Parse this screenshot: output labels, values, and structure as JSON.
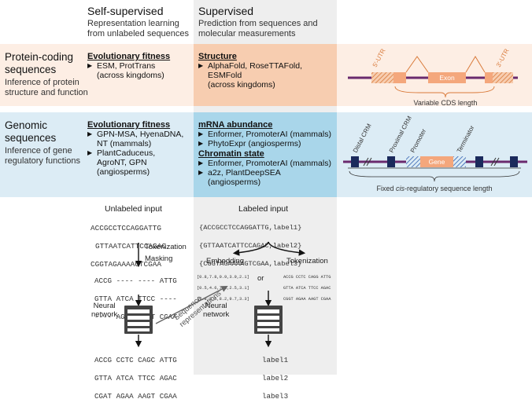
{
  "columns": {
    "self_supervised": {
      "title": "Self-supervised",
      "subtitle": [
        "Representation learning",
        "from unlabeled sequences"
      ]
    },
    "supervised": {
      "title": "Supervised",
      "subtitle": [
        "Prediction from sequences and",
        "molecular measurements"
      ]
    }
  },
  "rows": {
    "protein": {
      "title": [
        "Protein-coding",
        "sequences"
      ],
      "subtitle": [
        "Inference of protein",
        "structure and function"
      ],
      "self_section": "Evolutionary fitness",
      "self_items": [
        [
          "ESM, ProtTrans",
          "(across kingdoms)"
        ]
      ],
      "sup_section": "Structure",
      "sup_items": [
        [
          "AlphaFold, RoseTTAFold,",
          "ESMFold",
          "(across kingdoms)"
        ]
      ],
      "diagram": {
        "utr5": "5'-UTR",
        "utr3": "3'-UTR",
        "exon": "Exon",
        "caption": "Variable CDS length"
      }
    },
    "genomic": {
      "title": [
        "Genomic",
        "sequences"
      ],
      "subtitle": [
        "Inference of gene",
        "regulatory functions"
      ],
      "self_section": "Evolutionary fitness",
      "self_items": [
        [
          "GPN-MSA, HyenaDNA,",
          "NT (mammals)"
        ],
        [
          "PlantCaduceus,",
          "AgroNT, GPN",
          "(angiosperms)"
        ]
      ],
      "sup_section1": "mRNA abundance",
      "sup_items1": [
        [
          "Enformer, PromoterAI (mammals)"
        ],
        [
          "PhytoExpr (angiosperms)"
        ]
      ],
      "sup_section2": "Chromatin state",
      "sup_items2": [
        [
          "Enformer, PromoterAI (mammals)"
        ],
        [
          "a2z, PlantDeepSEA",
          "(angiosperms)"
        ]
      ],
      "diagram": {
        "distal": "Distal CRM",
        "proximal": "Proximal CRM",
        "promoter": "Promoter",
        "gene": "Gene",
        "terminator": "Terminator",
        "caption_pre": "Fixed ",
        "caption_it": "cis",
        "caption_post": "-regulatory sequence length"
      }
    }
  },
  "workflow": {
    "unlabeled": {
      "title": "Unlabeled input",
      "seqs": [
        "ACCGCCTCCAGGATTG",
        "GTTAATCATTCCAGAC",
        "CGGTAGAAAAGTCGAA"
      ],
      "tokenization": "Tokenization",
      "masking": "Masking",
      "masked": [
        "ACCG ---- ---- ATTG",
        "GTTA ATCA TTCC ----",
        "---- AGAA AAGT CGAA"
      ],
      "nn": [
        "Neural",
        "network"
      ],
      "seq_repr": [
        "Sequence",
        "representations"
      ],
      "output": [
        "ACCG CCTC CAGC ATTG",
        "GTTA ATCA TTCC AGAC",
        "CGAT AGAA AAGT CGAA"
      ]
    },
    "labeled": {
      "title": "Labeled input",
      "seqs": [
        "{ACCGCCTCCAGGATTG,label1}",
        "{GTTAATCATTCCAGAC,label2}",
        "{CGGTAGAAAAGTCGAA,label3}"
      ],
      "embedding": "Embedding",
      "or": "or",
      "tokenization": "Tokenization",
      "emb_values": [
        "[0.8,7.8,0.9,3.9,2.1]",
        "[0.5,4.6,7.3,2.5,3.1]",
        "[7.8,9.5,8.2,9.7,3.3]"
      ],
      "tok_values": [
        "ACCG CCTC CAGG ATTG",
        "GTTA ATCA TTCC AGAC",
        "CGGT AGAA AAGT CGAA"
      ],
      "nn": [
        "Neural",
        "network"
      ],
      "labels": [
        "label1",
        "label2",
        "label3"
      ]
    }
  },
  "colors": {
    "orange": "#e3a01f",
    "protein_band": "#fdeee4",
    "protein_band_strong": "#f7cdb0",
    "genomic_band": "#dcecf5",
    "genomic_band_strong": "#a9d6ea",
    "navy": "#1b2a5c",
    "purple": "#6a2a6e",
    "gray_band": "#eeeeee"
  }
}
